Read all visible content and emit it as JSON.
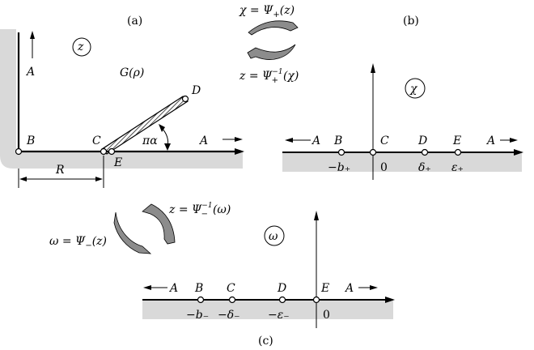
{
  "panels": {
    "a": {
      "caption": "(a)",
      "plane_symbol": "z",
      "region_label": "G(ρ)",
      "angle_label": "πα",
      "length_label": "R",
      "points": {
        "A_top": "A",
        "A_right": "A",
        "B": "B",
        "C": "C",
        "D": "D",
        "E": "E"
      }
    },
    "b": {
      "caption": "(b)",
      "plane_symbol": "χ",
      "points": [
        {
          "letter": "A",
          "value": ""
        },
        {
          "letter": "B",
          "value": "−b₊"
        },
        {
          "letter": "C",
          "value": "0"
        },
        {
          "letter": "D",
          "value": "δ₊"
        },
        {
          "letter": "E",
          "value": "ε₊"
        },
        {
          "letter": "A",
          "value": ""
        }
      ]
    },
    "c": {
      "caption": "(c)",
      "plane_symbol": "ω",
      "points": [
        {
          "letter": "A",
          "value": ""
        },
        {
          "letter": "B",
          "value": "−b₋"
        },
        {
          "letter": "C",
          "value": "−δ₋"
        },
        {
          "letter": "D",
          "value": "−ε₋"
        },
        {
          "letter": "E",
          "value": "0"
        },
        {
          "letter": "A",
          "value": ""
        }
      ]
    }
  },
  "maps": {
    "forward_plus": {
      "lhs": "χ = Ψ",
      "sub": "+",
      "rhs": "(z)"
    },
    "inverse_plus": {
      "lhs": "z = Ψ",
      "sub": "+",
      "sup": "−1",
      "rhs": "(χ)"
    },
    "inverse_minus": {
      "lhs": "z = Ψ",
      "sub": "−",
      "sup": "−1",
      "rhs": "(ω)"
    },
    "forward_minus": {
      "lhs": "ω = Ψ",
      "sub": "−",
      "rhs": "(z)"
    }
  },
  "colors": {
    "shade": "#d9d9d9",
    "arrow_fill": "#8c8c8c",
    "ink": "#000000"
  }
}
